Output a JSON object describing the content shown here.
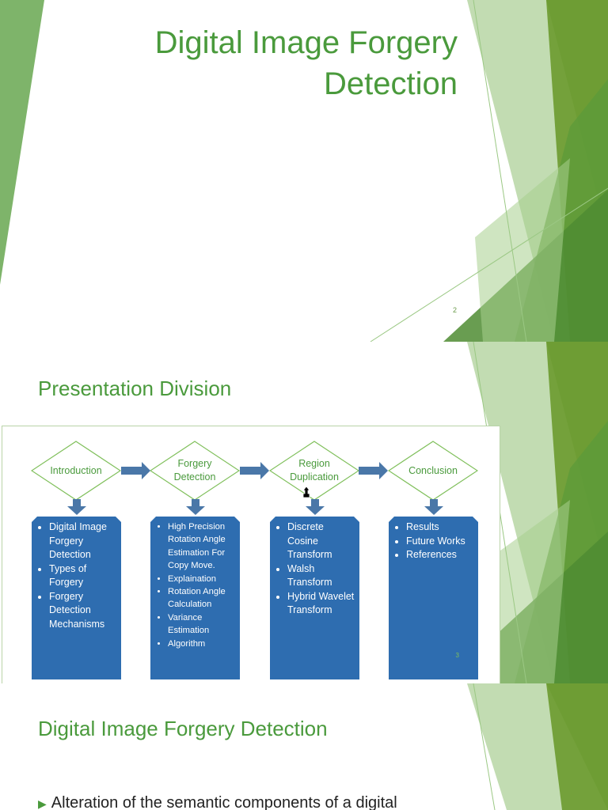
{
  "slides": [
    {
      "title": "Digital Image Forgery Detection",
      "slide_number": "2"
    },
    {
      "title": "Presentation Division",
      "steps": [
        {
          "label": "Introduction",
          "items": [
            "Digital Image Forgery Detection",
            "Types of Forgery",
            "Forgery Detection Mechanisms"
          ]
        },
        {
          "label": "Forgery Detection",
          "items": [
            "High Precision Rotation Angle Estimation For Copy Move.",
            "Explaination",
            "Rotation Angle Calculation",
            "Variance Estimation",
            "Algorithm"
          ]
        },
        {
          "label": "Region Duplication",
          "items": [
            "Discrete Cosine Transform",
            "Walsh Transform",
            "Hybrid Wavelet Transform"
          ]
        },
        {
          "label": "Conclusion",
          "items": [
            "Results",
            "Future Works",
            "References"
          ]
        }
      ],
      "slide_number": "3"
    },
    {
      "title": "Digital Image Forgery Detection",
      "bullets": [
        "Alteration of the semantic components of a digital"
      ]
    }
  ],
  "colors": {
    "accent_green": "#4a9a3c",
    "box_blue": "#2e6db0",
    "arrow_blue": "#4a77a8"
  },
  "icons": {
    "arrow": "right-arrow-icon",
    "down": "down-arrow-icon",
    "bullet": "triangle-bullet-icon",
    "cursor": "mouse-cursor-icon"
  }
}
